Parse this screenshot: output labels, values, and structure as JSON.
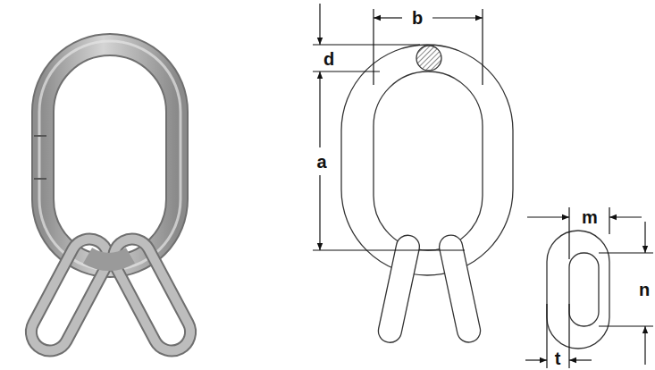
{
  "diagram": {
    "labels": [
      "d",
      "b",
      "a",
      "m",
      "n",
      "t"
    ]
  }
}
